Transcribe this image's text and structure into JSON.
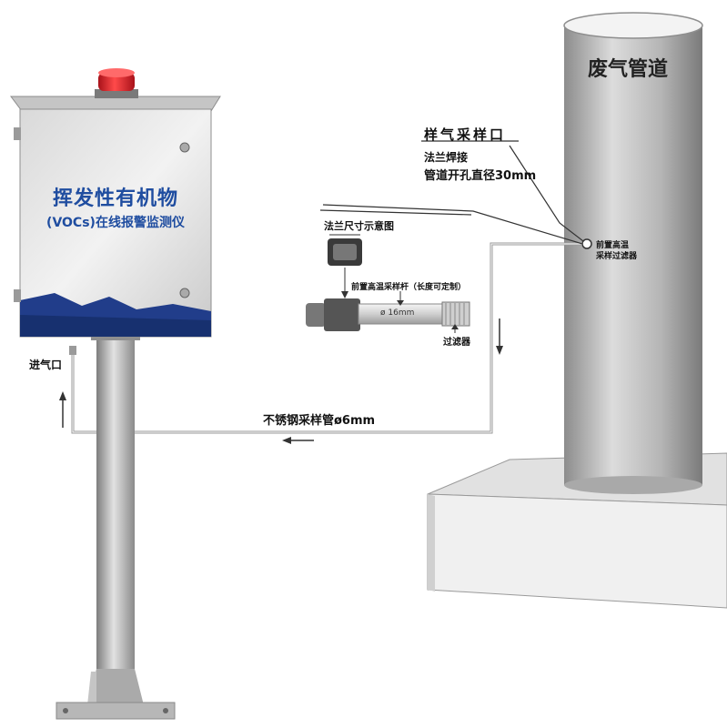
{
  "cabinet": {
    "title": "挥发性有机物",
    "subtitle": "(VOCs)在线报警监测仪"
  },
  "labels": {
    "pipe_name": "废气管道",
    "sample_port": "样气采样口",
    "flange_weld": "法兰焊接",
    "pipe_hole": "管道开孔直径30mm",
    "flange_diagram": "法兰尺寸示意图",
    "probe_rod": "前置高温采样杆（长度可定制）",
    "probe_diameter": "ø 16mm",
    "filter": "过滤器",
    "front_filter_line1": "前置高温",
    "front_filter_line2": "采样过滤器",
    "inlet": "进气口",
    "tube": "不锈钢采样管ø6mm"
  },
  "colors": {
    "cabinet_blue": "#1f4da0",
    "beacon_red": "#d8202a",
    "tube_line": "#9a9a9a"
  }
}
